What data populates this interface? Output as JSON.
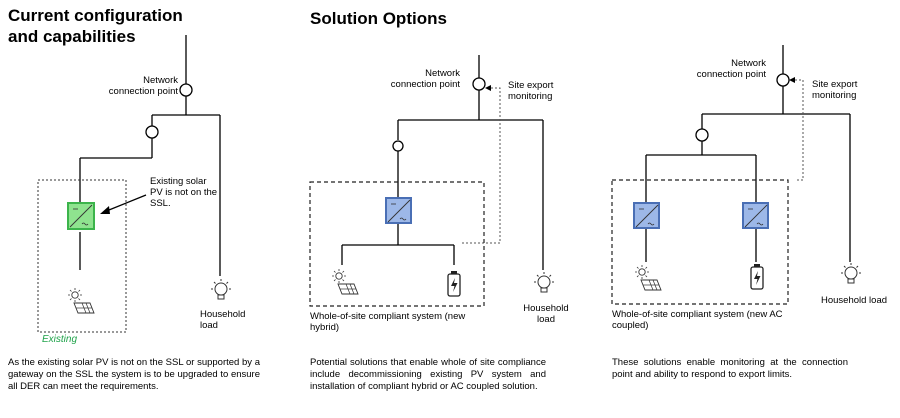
{
  "left_panel": {
    "title": "Current configuration and capabilities",
    "network_label": "Network connection point",
    "annotation": "Existing solar PV is not on the SSL.",
    "household_label": "Household load",
    "existing_label": "Existing",
    "description": "As the existing solar PV is not on the SSL or supported by a gateway on the SSL the system is to be upgraded to ensure all DER can meet the requirements."
  },
  "middle_panel": {
    "title": "Solution Options",
    "network_label": "Network connection point",
    "monitoring_label": "Site export monitoring",
    "system_label": "Whole-of-site compliant system (new hybrid)",
    "household_label": "Household load",
    "description": "Potential solutions that enable whole of site compliance include decommissioning existing PV system and installation of compliant hybrid or AC coupled solution."
  },
  "right_panel": {
    "network_label": "Network connection point",
    "monitoring_label": "Site export monitoring",
    "system_label": "Whole-of-site compliant system (new AC coupled)",
    "household_label": "Household load",
    "description": "These solutions enable  monitoring at the connection point and ability to respond to export limits."
  },
  "colors": {
    "green_inverter": "#8fe38f",
    "green_border": "#3cb44b",
    "blue_inverter": "#9db8e8",
    "blue_border": "#4a6fb5"
  }
}
